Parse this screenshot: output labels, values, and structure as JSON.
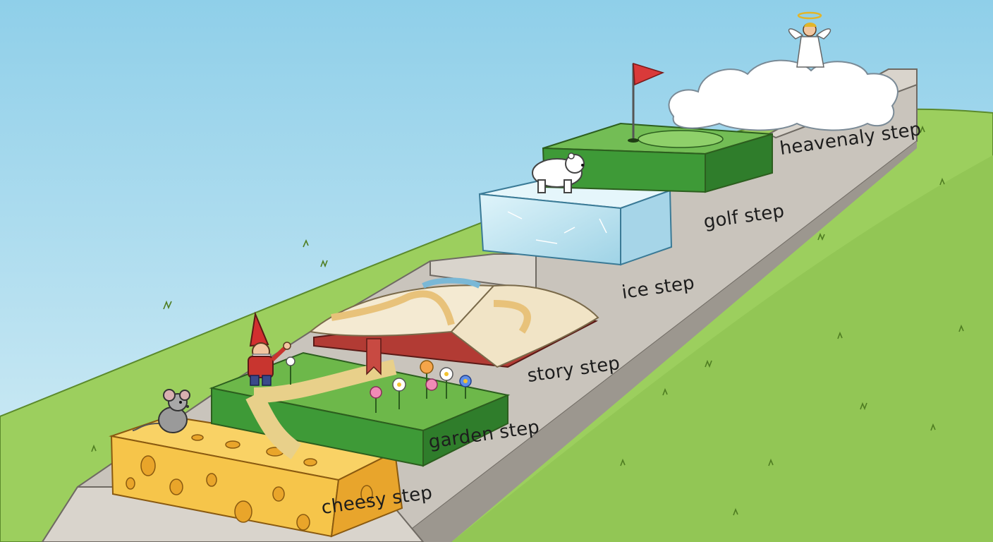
{
  "colors": {
    "sky_top": "#8fcfe9",
    "sky_bottom": "#d6eef6",
    "hill": "#9ccf5e",
    "hill_dark": "#86bb4a",
    "stone": "#c9c4bc",
    "stone_dark": "#9c978f",
    "cheese": "#f6c54a",
    "cheese_dark": "#e8a52c",
    "grass_step": "#3e9a37",
    "ice": "#bfe6f2",
    "book_page": "#f4ead2",
    "book_cover": "#b23b34",
    "cloud": "#ffffff",
    "flag": "#d93a3a"
  },
  "steps": [
    {
      "id": "cheesy",
      "label": "cheesy step",
      "character": "mouse-icon"
    },
    {
      "id": "garden",
      "label": "garden step",
      "character": "gnome-icon"
    },
    {
      "id": "story",
      "label": "story step",
      "character": "book-icon"
    },
    {
      "id": "ice",
      "label": "ice step",
      "character": "polar-bear-icon"
    },
    {
      "id": "golf",
      "label": "golf step",
      "character": "golf-flag-icon"
    },
    {
      "id": "heavenly",
      "label": "heavenaly step",
      "character": "angel-icon"
    }
  ]
}
